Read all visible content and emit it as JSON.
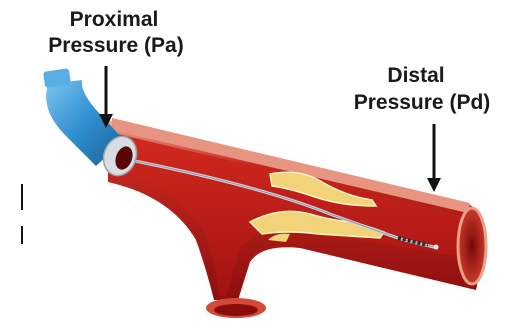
{
  "labels": {
    "proximal": {
      "line1": "Proximal",
      "line2": "Pressure (Pa)"
    },
    "distal": {
      "line1": "Distal",
      "line2": "Pressure (Pd)"
    }
  },
  "colors": {
    "vessel_wall": "#b01616",
    "vessel_lumen": "#c41a1a",
    "vessel_outer_highlight": "#e9a089",
    "plaque": "#f2d37a",
    "plaque_edge": "#fff4c2",
    "catheter": "#2f8fd0",
    "catheter_ring": "#d9dde2",
    "guidewire": "#9aa3ad",
    "arrow": "#111111"
  },
  "icons": {
    "pa_arrow": "down-arrow-icon",
    "pd_arrow": "down-arrow-icon"
  }
}
